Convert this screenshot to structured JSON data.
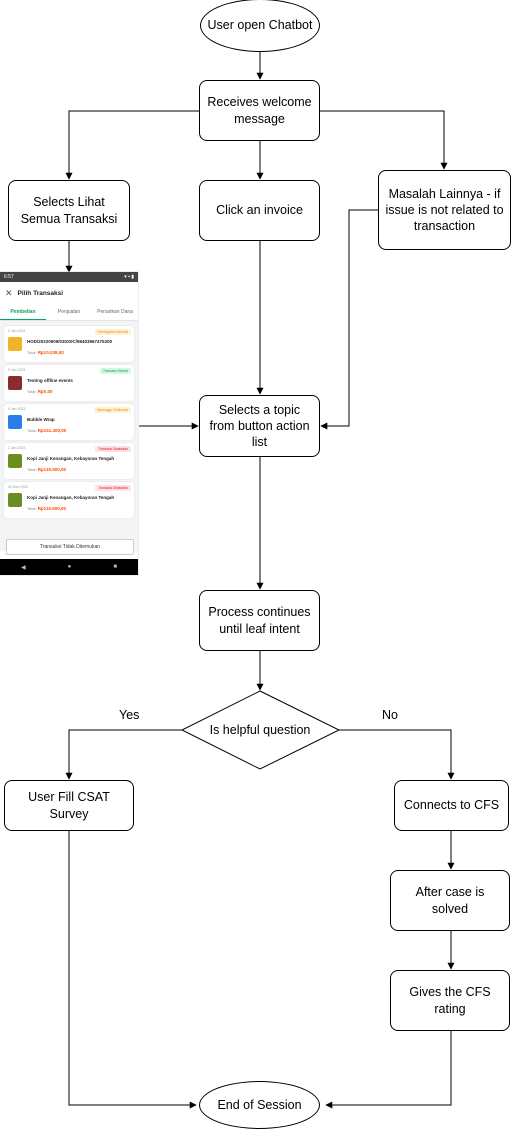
{
  "nodes": {
    "start": "User open Chatbot",
    "welcome": "Receives welcome message",
    "lihat_semua": "Selects Lihat Semua Transaksi",
    "click_invoice": "Click an invoice",
    "masalah_lainnya": "Masalah Lainnya - if issue is not related to transaction",
    "select_topic": "Selects a topic from button action list",
    "process_continues": "Process continues until leaf intent",
    "decision": "Is helpful question",
    "csat": "User Fill CSAT Survey",
    "connects_cfs": "Connects to CFS",
    "case_solved": "After case is solved",
    "cfs_rating": "Gives the CFS rating",
    "end": "End of Session"
  },
  "edge_labels": {
    "yes": "Yes",
    "no": "No"
  },
  "phone": {
    "status_time": "6:57",
    "title": "Pilih Transaksi",
    "tabs": [
      "Pembelian",
      "Penjualan",
      "Penarikan Dana"
    ],
    "cards": [
      {
        "date": "9 Jan 2023",
        "badge": "Pembayaran Berhasil",
        "badge_bg": "#fff1d6",
        "badge_fg": "#e79300",
        "title": "HOD/20220909/030X0C/99403967475200",
        "total_label": "Total:",
        "total": "Rp10.039,00",
        "thumb_color": "#f0b429"
      },
      {
        "date": "9 Jan 2023",
        "badge": "Transaksi Selesai",
        "badge_bg": "#d6f5e3",
        "badge_fg": "#03a75d",
        "title": "Testing offline events",
        "total_label": "Total:",
        "total": "Rp0,00",
        "thumb_color": "#8a2c2c"
      },
      {
        "date": "9 Jan 2023",
        "badge": "Menunggu Konfirmasi",
        "badge_bg": "#fff1d6",
        "badge_fg": "#e79300",
        "title": "Bubble Wrap",
        "total_label": "Total:",
        "total": "Rp151.400,00",
        "thumb_color": "#2b7de9"
      },
      {
        "date": "2 Jan 2023",
        "badge": "Transaksi Dibatalkan",
        "badge_bg": "#ffe0e3",
        "badge_fg": "#e0182d",
        "title": "Kopi Janji Kenangan, Kebayoran Tengah",
        "total_label": "Total:",
        "total": "Rp110.500,00",
        "thumb_color": "#6b8e23"
      },
      {
        "date": "29 Des 2022",
        "badge": "Transaksi Dibatalkan",
        "badge_bg": "#ffe0e3",
        "badge_fg": "#e0182d",
        "title": "Kopi Janji Kenangan, Kebayoran Tengah",
        "total_label": "Total:",
        "total": "Rp110.500,00",
        "thumb_color": "#6b8e23"
      }
    ],
    "not_found_button": "Transaksi Tidak Ditemukan",
    "nav": [
      "◀",
      "●",
      "■"
    ]
  }
}
